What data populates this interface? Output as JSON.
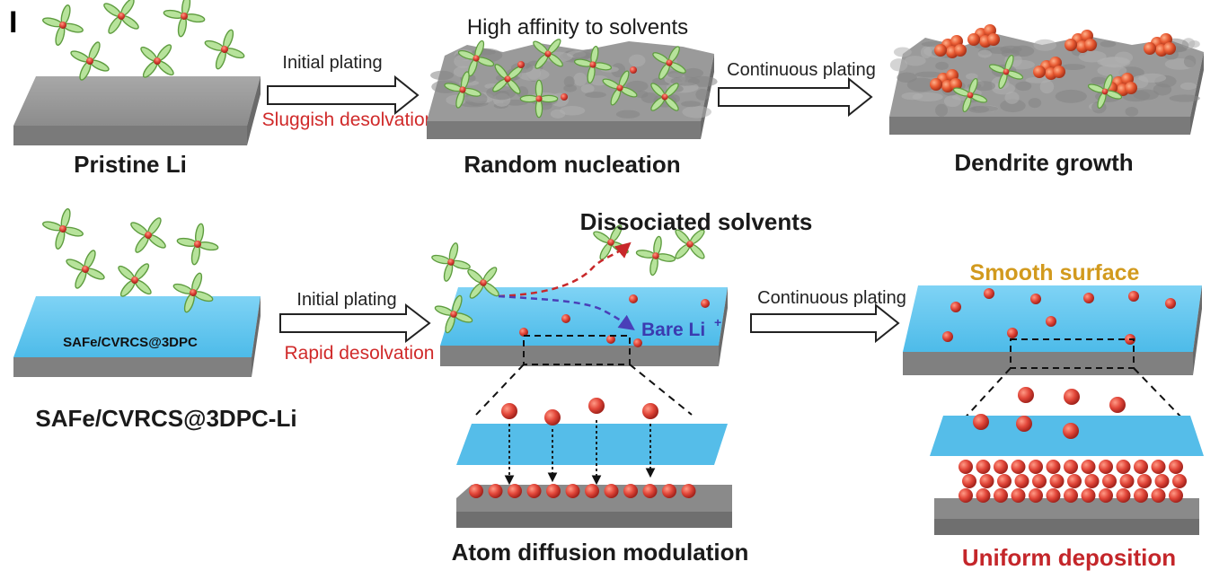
{
  "panel_label": "I",
  "top_row": {
    "pristine_label": "Pristine Li",
    "arrow1_label": "Initial plating",
    "arrow1_sub": "Sluggish desolvation",
    "affinity_label": "High affinity to solvents",
    "random_label": "Random nucleation",
    "arrow2_label": "Continuous plating",
    "dendrite_label": "Dendrite growth"
  },
  "bottom_row": {
    "slab_label": "SAFe/CVRCS@3DPC",
    "anode_label": "SAFe/CVRCS@3DPC-Li",
    "arrow1_label": "Initial plating",
    "arrow1_sub": "Rapid desolvation",
    "dissociated_label": "Dissociated solvents",
    "bare_li_label": "Bare Li",
    "bare_li_sup": "+",
    "diffusion_label": "Atom diffusion modulation",
    "arrow2_label": "Continuous plating",
    "smooth_label": "Smooth surface",
    "uniform_label": "Uniform deposition"
  },
  "colors": {
    "li_gray": "#8f8f8f",
    "sei_blue": "#5cc3ee",
    "li_ion_red": "#e04a38",
    "solvent_green": "#a7d98a",
    "bare_li_blue": "#3b3bb0",
    "smooth_gold": "#d29a1e",
    "uniform_red": "#c4262a"
  }
}
